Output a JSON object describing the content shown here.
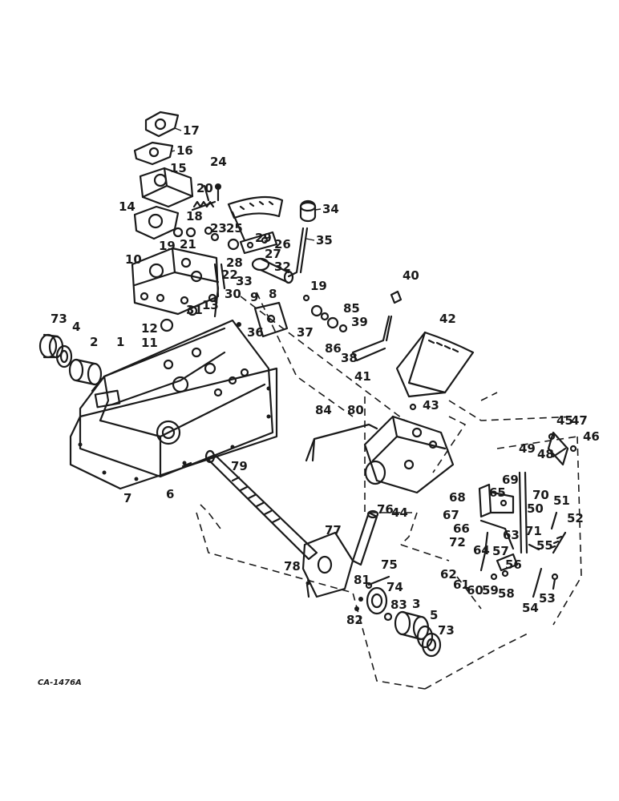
{
  "diagram_code": "CA-1476A",
  "labels": [
    {
      "id": "17",
      "text": "17"
    },
    {
      "id": "16",
      "text": "16"
    },
    {
      "id": "15",
      "text": "15"
    },
    {
      "id": "24",
      "text": "24"
    },
    {
      "id": "20",
      "text": "20"
    },
    {
      "id": "14",
      "text": "14"
    },
    {
      "id": "18",
      "text": "18"
    },
    {
      "id": "19a",
      "text": "19"
    },
    {
      "id": "21",
      "text": "21"
    },
    {
      "id": "23",
      "text": "23"
    },
    {
      "id": "25",
      "text": "25"
    },
    {
      "id": "26",
      "text": "26"
    },
    {
      "id": "29",
      "text": "29"
    },
    {
      "id": "27",
      "text": "27"
    },
    {
      "id": "28",
      "text": "28"
    },
    {
      "id": "34",
      "text": "34"
    },
    {
      "id": "35",
      "text": "35"
    },
    {
      "id": "32",
      "text": "32"
    },
    {
      "id": "10",
      "text": "10"
    },
    {
      "id": "22",
      "text": "22"
    },
    {
      "id": "33",
      "text": "33"
    },
    {
      "id": "30",
      "text": "30"
    },
    {
      "id": "31",
      "text": "31"
    },
    {
      "id": "13",
      "text": "13"
    },
    {
      "id": "12",
      "text": "12"
    },
    {
      "id": "11",
      "text": "11"
    },
    {
      "id": "73a",
      "text": "73"
    },
    {
      "id": "4",
      "text": "4"
    },
    {
      "id": "2",
      "text": "2"
    },
    {
      "id": "1",
      "text": "1"
    },
    {
      "id": "9",
      "text": "9"
    },
    {
      "id": "8",
      "text": "8"
    },
    {
      "id": "36",
      "text": "36"
    },
    {
      "id": "40",
      "text": "40"
    },
    {
      "id": "19b",
      "text": "19"
    },
    {
      "id": "85",
      "text": "85"
    },
    {
      "id": "37",
      "text": "37"
    },
    {
      "id": "39",
      "text": "39"
    },
    {
      "id": "86",
      "text": "86"
    },
    {
      "id": "38",
      "text": "38"
    },
    {
      "id": "41",
      "text": "41"
    },
    {
      "id": "42",
      "text": "42"
    },
    {
      "id": "43",
      "text": "43"
    },
    {
      "id": "84",
      "text": "84"
    },
    {
      "id": "80",
      "text": "80"
    },
    {
      "id": "45",
      "text": "45"
    },
    {
      "id": "47",
      "text": "47"
    },
    {
      "id": "46",
      "text": "46"
    },
    {
      "id": "49",
      "text": "49"
    },
    {
      "id": "48",
      "text": "48"
    },
    {
      "id": "7",
      "text": "7"
    },
    {
      "id": "6",
      "text": "6"
    },
    {
      "id": "79",
      "text": "79"
    },
    {
      "id": "44",
      "text": "44"
    },
    {
      "id": "68",
      "text": "68"
    },
    {
      "id": "69",
      "text": "69"
    },
    {
      "id": "65",
      "text": "65"
    },
    {
      "id": "70",
      "text": "70"
    },
    {
      "id": "67",
      "text": "67"
    },
    {
      "id": "50",
      "text": "50"
    },
    {
      "id": "51",
      "text": "51"
    },
    {
      "id": "52",
      "text": "52"
    },
    {
      "id": "66",
      "text": "66"
    },
    {
      "id": "63",
      "text": "63"
    },
    {
      "id": "71",
      "text": "71"
    },
    {
      "id": "72",
      "text": "72"
    },
    {
      "id": "64",
      "text": "64"
    },
    {
      "id": "57",
      "text": "57"
    },
    {
      "id": "55",
      "text": "55"
    },
    {
      "id": "77",
      "text": "77"
    },
    {
      "id": "76",
      "text": "76"
    },
    {
      "id": "56",
      "text": "56"
    },
    {
      "id": "62",
      "text": "62"
    },
    {
      "id": "61",
      "text": "61"
    },
    {
      "id": "60",
      "text": "60"
    },
    {
      "id": "59",
      "text": "59"
    },
    {
      "id": "58",
      "text": "58"
    },
    {
      "id": "78",
      "text": "78"
    },
    {
      "id": "75",
      "text": "75"
    },
    {
      "id": "81",
      "text": "81"
    },
    {
      "id": "74",
      "text": "74"
    },
    {
      "id": "54",
      "text": "54"
    },
    {
      "id": "53",
      "text": "53"
    },
    {
      "id": "83",
      "text": "83"
    },
    {
      "id": "3",
      "text": "3"
    },
    {
      "id": "5",
      "text": "5"
    },
    {
      "id": "73b",
      "text": "73"
    },
    {
      "id": "82",
      "text": "82"
    }
  ]
}
